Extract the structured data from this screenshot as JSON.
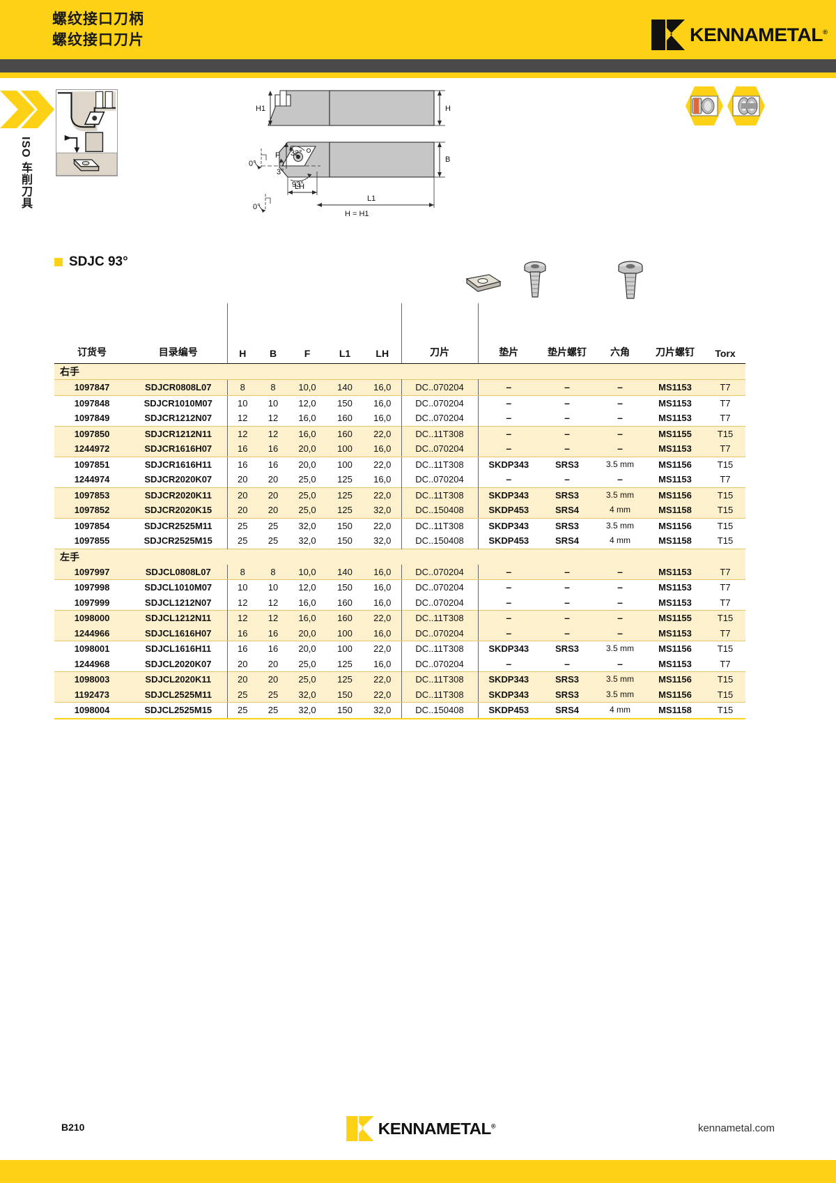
{
  "header": {
    "title_line1": "螺纹接口刀柄",
    "title_line2": "螺纹接口刀片",
    "brand": "KENNAMETAL",
    "brand_mark": "®"
  },
  "sidebar": {
    "label": "ISO 车削刀具"
  },
  "diagram": {
    "labels": {
      "h1": "H1",
      "h": "H",
      "b": "B",
      "f": "F",
      "l1": "L1",
      "lh": "LH",
      "angle_0_top": "0°",
      "angle_0_bottom": "0°",
      "angle_3": "3°",
      "angle_32": "32°",
      "angle_93": "93°",
      "note": "H = H1"
    }
  },
  "section": {
    "title": "SDJC 93°"
  },
  "table": {
    "headers": [
      "订货号",
      "目录编号",
      "H",
      "B",
      "F",
      "L1",
      "LH",
      "刀片",
      "垫片",
      "垫片螺钉",
      "六角",
      "刀片螺钉",
      "Torx"
    ],
    "groups": [
      {
        "label": "右手",
        "rows": [
          {
            "order": "1097847",
            "code": "SDJCR0808L07",
            "h": "8",
            "b": "8",
            "f": "10,0",
            "l1": "140",
            "lh": "16,0",
            "insert": "DC..070204",
            "shim": "–",
            "shim_screw": "–",
            "hex": "–",
            "insert_screw": "MS1153",
            "torx": "T7",
            "band": true,
            "band_top": true,
            "band_bot": true
          },
          {
            "order": "1097848",
            "code": "SDJCR1010M07",
            "h": "10",
            "b": "10",
            "f": "12,0",
            "l1": "150",
            "lh": "16,0",
            "insert": "DC..070204",
            "shim": "–",
            "shim_screw": "–",
            "hex": "–",
            "insert_screw": "MS1153",
            "torx": "T7",
            "band": false
          },
          {
            "order": "1097849",
            "code": "SDJCR1212N07",
            "h": "12",
            "b": "12",
            "f": "16,0",
            "l1": "160",
            "lh": "16,0",
            "insert": "DC..070204",
            "shim": "–",
            "shim_screw": "–",
            "hex": "–",
            "insert_screw": "MS1153",
            "torx": "T7",
            "band": false
          },
          {
            "order": "1097850",
            "code": "SDJCR1212N11",
            "h": "12",
            "b": "12",
            "f": "16,0",
            "l1": "160",
            "lh": "22,0",
            "insert": "DC..11T308",
            "shim": "–",
            "shim_screw": "–",
            "hex": "–",
            "insert_screw": "MS1155",
            "torx": "T15",
            "band": true,
            "band_top": true
          },
          {
            "order": "1244972",
            "code": "SDJCR1616H07",
            "h": "16",
            "b": "16",
            "f": "20,0",
            "l1": "100",
            "lh": "16,0",
            "insert": "DC..070204",
            "shim": "–",
            "shim_screw": "–",
            "hex": "–",
            "insert_screw": "MS1153",
            "torx": "T7",
            "band": true,
            "band_bot": true
          },
          {
            "order": "1097851",
            "code": "SDJCR1616H11",
            "h": "16",
            "b": "16",
            "f": "20,0",
            "l1": "100",
            "lh": "22,0",
            "insert": "DC..11T308",
            "shim": "SKDP343",
            "shim_screw": "SRS3",
            "hex": "3.5 mm",
            "insert_screw": "MS1156",
            "torx": "T15",
            "band": false
          },
          {
            "order": "1244974",
            "code": "SDJCR2020K07",
            "h": "20",
            "b": "20",
            "f": "25,0",
            "l1": "125",
            "lh": "16,0",
            "insert": "DC..070204",
            "shim": "–",
            "shim_screw": "–",
            "hex": "–",
            "insert_screw": "MS1153",
            "torx": "T7",
            "band": false
          },
          {
            "order": "1097853",
            "code": "SDJCR2020K11",
            "h": "20",
            "b": "20",
            "f": "25,0",
            "l1": "125",
            "lh": "22,0",
            "insert": "DC..11T308",
            "shim": "SKDP343",
            "shim_screw": "SRS3",
            "hex": "3.5 mm",
            "insert_screw": "MS1156",
            "torx": "T15",
            "band": true,
            "band_top": true
          },
          {
            "order": "1097852",
            "code": "SDJCR2020K15",
            "h": "20",
            "b": "20",
            "f": "25,0",
            "l1": "125",
            "lh": "32,0",
            "insert": "DC..150408",
            "shim": "SKDP453",
            "shim_screw": "SRS4",
            "hex": "4 mm",
            "insert_screw": "MS1158",
            "torx": "T15",
            "band": true,
            "band_bot": true
          },
          {
            "order": "1097854",
            "code": "SDJCR2525M11",
            "h": "25",
            "b": "25",
            "f": "32,0",
            "l1": "150",
            "lh": "22,0",
            "insert": "DC..11T308",
            "shim": "SKDP343",
            "shim_screw": "SRS3",
            "hex": "3.5 mm",
            "insert_screw": "MS1156",
            "torx": "T15",
            "band": false
          },
          {
            "order": "1097855",
            "code": "SDJCR2525M15",
            "h": "25",
            "b": "25",
            "f": "32,0",
            "l1": "150",
            "lh": "32,0",
            "insert": "DC..150408",
            "shim": "SKDP453",
            "shim_screw": "SRS4",
            "hex": "4 mm",
            "insert_screw": "MS1158",
            "torx": "T15",
            "band": false
          }
        ]
      },
      {
        "label": "左手",
        "rows": [
          {
            "order": "1097997",
            "code": "SDJCL0808L07",
            "h": "8",
            "b": "8",
            "f": "10,0",
            "l1": "140",
            "lh": "16,0",
            "insert": "DC..070204",
            "shim": "–",
            "shim_screw": "–",
            "hex": "–",
            "insert_screw": "MS1153",
            "torx": "T7",
            "band": true,
            "band_bot": true
          },
          {
            "order": "1097998",
            "code": "SDJCL1010M07",
            "h": "10",
            "b": "10",
            "f": "12,0",
            "l1": "150",
            "lh": "16,0",
            "insert": "DC..070204",
            "shim": "–",
            "shim_screw": "–",
            "hex": "–",
            "insert_screw": "MS1153",
            "torx": "T7",
            "band": false
          },
          {
            "order": "1097999",
            "code": "SDJCL1212N07",
            "h": "12",
            "b": "12",
            "f": "16,0",
            "l1": "160",
            "lh": "16,0",
            "insert": "DC..070204",
            "shim": "–",
            "shim_screw": "–",
            "hex": "–",
            "insert_screw": "MS1153",
            "torx": "T7",
            "band": false
          },
          {
            "order": "1098000",
            "code": "SDJCL1212N11",
            "h": "12",
            "b": "12",
            "f": "16,0",
            "l1": "160",
            "lh": "22,0",
            "insert": "DC..11T308",
            "shim": "–",
            "shim_screw": "–",
            "hex": "–",
            "insert_screw": "MS1155",
            "torx": "T15",
            "band": true,
            "band_top": true
          },
          {
            "order": "1244966",
            "code": "SDJCL1616H07",
            "h": "16",
            "b": "16",
            "f": "20,0",
            "l1": "100",
            "lh": "16,0",
            "insert": "DC..070204",
            "shim": "–",
            "shim_screw": "–",
            "hex": "–",
            "insert_screw": "MS1153",
            "torx": "T7",
            "band": true,
            "band_bot": true
          },
          {
            "order": "1098001",
            "code": "SDJCL1616H11",
            "h": "16",
            "b": "16",
            "f": "20,0",
            "l1": "100",
            "lh": "22,0",
            "insert": "DC..11T308",
            "shim": "SKDP343",
            "shim_screw": "SRS3",
            "hex": "3.5 mm",
            "insert_screw": "MS1156",
            "torx": "T15",
            "band": false
          },
          {
            "order": "1244968",
            "code": "SDJCL2020K07",
            "h": "20",
            "b": "20",
            "f": "25,0",
            "l1": "125",
            "lh": "16,0",
            "insert": "DC..070204",
            "shim": "–",
            "shim_screw": "–",
            "hex": "–",
            "insert_screw": "MS1153",
            "torx": "T7",
            "band": false
          },
          {
            "order": "1098003",
            "code": "SDJCL2020K11",
            "h": "20",
            "b": "20",
            "f": "25,0",
            "l1": "125",
            "lh": "22,0",
            "insert": "DC..11T308",
            "shim": "SKDP343",
            "shim_screw": "SRS3",
            "hex": "3.5 mm",
            "insert_screw": "MS1156",
            "torx": "T15",
            "band": true,
            "band_top": true
          },
          {
            "order": "1192473",
            "code": "SDJCL2525M11",
            "h": "25",
            "b": "25",
            "f": "32,0",
            "l1": "150",
            "lh": "22,0",
            "insert": "DC..11T308",
            "shim": "SKDP343",
            "shim_screw": "SRS3",
            "hex": "3.5 mm",
            "insert_screw": "MS1156",
            "torx": "T15",
            "band": true,
            "band_bot": true
          },
          {
            "order": "1098004",
            "code": "SDJCL2525M15",
            "h": "25",
            "b": "25",
            "f": "32,0",
            "l1": "150",
            "lh": "32,0",
            "insert": "DC..150408",
            "shim": "SKDP453",
            "shim_screw": "SRS4",
            "hex": "4 mm",
            "insert_screw": "MS1158",
            "torx": "T15",
            "band": false,
            "last": true
          }
        ]
      }
    ]
  },
  "footer": {
    "page": "B210",
    "brand": "KENNAMETAL",
    "brand_mark": "®",
    "url": "kennametal.com"
  },
  "colors": {
    "brand_yellow": "#fcd116",
    "dark_bar": "#4a4a4a",
    "band": "#fdf0cd",
    "band_line": "#e3c766"
  }
}
